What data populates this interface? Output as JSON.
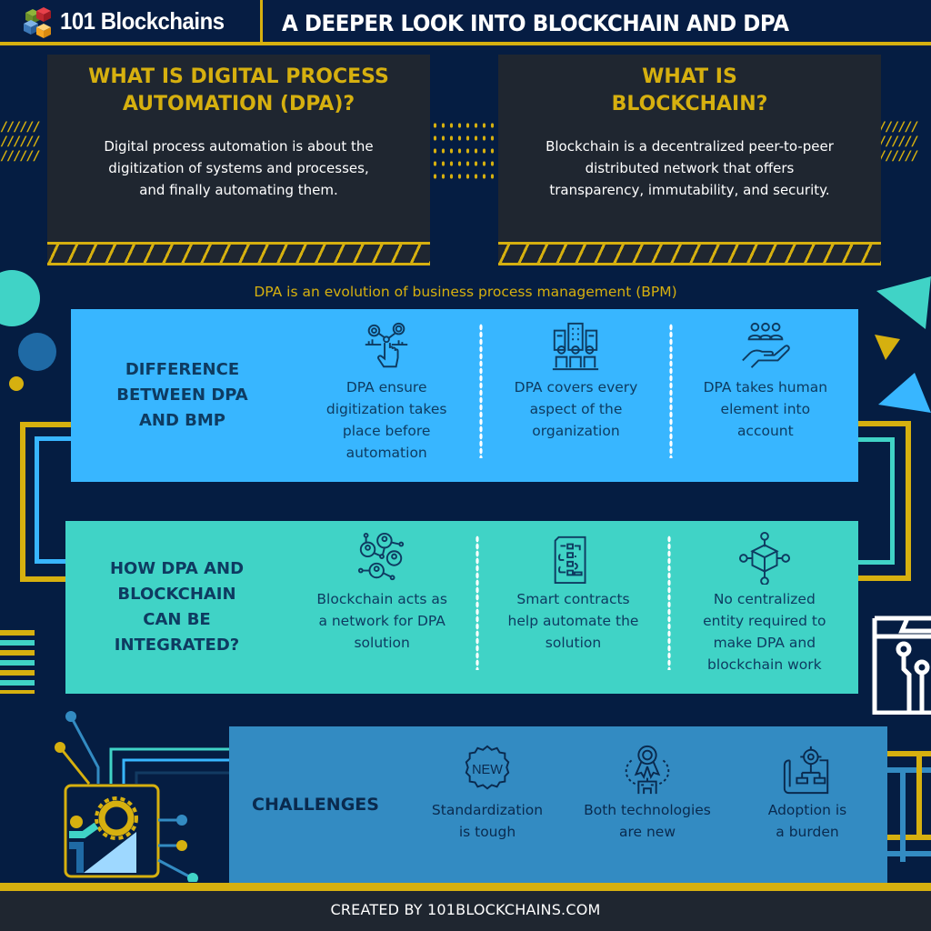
{
  "header": {
    "brand": "101 Blockchains",
    "title": "A DEEPER LOOK INTO BLOCKCHAIN AND DPA"
  },
  "cards": [
    {
      "title_line1": "WHAT IS DIGITAL PROCESS",
      "title_line2": "AUTOMATION (DPA)?",
      "body_line1": "Digital process automation is about the",
      "body_line2": "digitization of systems and processes,",
      "body_line3": "and finally automating them."
    },
    {
      "title_line1": "WHAT IS",
      "title_line2": "BLOCKCHAIN?",
      "body_line1": "Blockchain is a decentralized peer-to-peer",
      "body_line2": "distributed network that offers",
      "body_line3": "transparency, immutability, and security."
    }
  ],
  "subtitle": "DPA is an evolution of business process management (BPM)",
  "sections": [
    {
      "label": [
        "DIFFERENCE",
        "BETWEEN DPA",
        "AND BMP"
      ],
      "items": [
        {
          "icon": "hand-touch-gears-icon",
          "lines": [
            "DPA ensure",
            "digitization takes",
            "place before",
            "automation"
          ]
        },
        {
          "icon": "organization-people-buildings-icon",
          "lines": [
            "DPA covers every",
            "aspect of the",
            "organization"
          ]
        },
        {
          "icon": "hand-holding-people-icon",
          "lines": [
            "DPA takes human",
            "element into",
            "account"
          ]
        }
      ]
    },
    {
      "label": [
        "HOW DPA AND",
        "BLOCKCHAIN",
        "CAN BE",
        "INTEGRATED?"
      ],
      "items": [
        {
          "icon": "people-network-icon",
          "lines": [
            "Blockchain acts as",
            "a network for DPA",
            "solution"
          ]
        },
        {
          "icon": "smart-contract-document-icon",
          "lines": [
            "Smart contracts",
            "help automate the",
            "solution"
          ]
        },
        {
          "icon": "decentralized-cube-icon",
          "lines": [
            "No centralized",
            "entity required to",
            "make DPA and",
            "blockchain work"
          ]
        }
      ]
    },
    {
      "label": [
        "CHALLENGES"
      ],
      "items": [
        {
          "icon": "new-badge-icon",
          "badge_text": "NEW",
          "lines": [
            "Standardization",
            "is tough"
          ]
        },
        {
          "icon": "award-building-icon",
          "lines": [
            "Both technologies",
            "are new"
          ]
        },
        {
          "icon": "blueprint-gear-icon",
          "lines": [
            "Adoption is",
            "a burden"
          ]
        }
      ]
    }
  ],
  "footer": "CREATED BY 101BLOCKCHAINS.COM",
  "colors": {
    "background": "#051d42",
    "gold": "#d6b00f",
    "card": "#1f2630",
    "sky_blue": "#38b6ff",
    "teal": "#40d3c6",
    "steel_blue": "#338bc2",
    "text_dark": "#0e3b61"
  }
}
